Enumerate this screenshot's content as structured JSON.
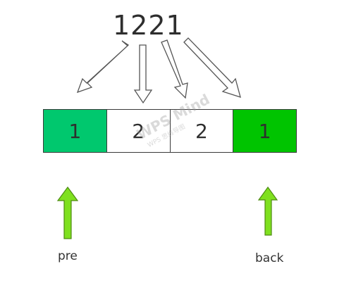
{
  "number": "1221",
  "cells": [
    {
      "value": "1",
      "color": "#00c86e"
    },
    {
      "value": "2",
      "color": "#ffffff"
    },
    {
      "value": "2",
      "color": "#ffffff"
    },
    {
      "value": "1",
      "color": "#00c400"
    }
  ],
  "pointers": {
    "pre": "pre",
    "back": "back",
    "pointer_color": "#7fe01f"
  },
  "watermark": {
    "brand": "WPS Mind",
    "tagline": "WPS 思维导图"
  },
  "icons": {
    "digit_arrows": "hollow-down-arrow-icon",
    "pointer_arrows": "green-up-arrow-icon"
  }
}
